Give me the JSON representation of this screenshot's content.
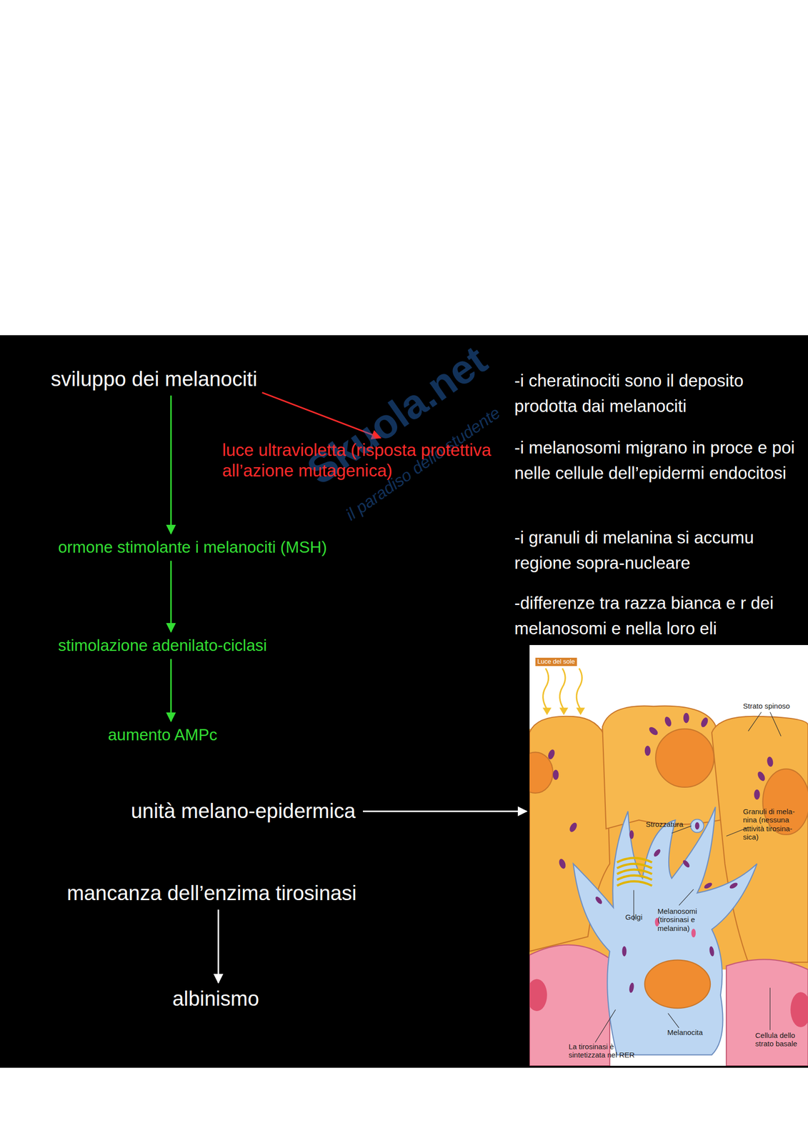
{
  "diagram": {
    "nodes": [
      {
        "text": [
          "sviluppo dei melanociti"
        ]
      },
      {
        "text": [
          "luce ultravioletta (risposta protettiva all’azione mutagenica)"
        ]
      },
      {
        "text": [
          "ormone stimolante i melanociti (MSH)"
        ]
      },
      {
        "text": [
          "stimolazione adenilato-ciclasi"
        ]
      },
      {
        "text": [
          "aumento AMPc"
        ]
      },
      {
        "text": [
          "unità melano-epidermica"
        ]
      },
      {
        "text": [
          "Luce del sole",
          "Strato spinoso",
          "Strozzatura",
          "Granuli di mela- nina (nessuna attività tirosina- sica)",
          "Golgi",
          "Melanosomi (tirosinasi e melanina)",
          "Melanocita",
          "La tirosinasi è sintetizzata nel RER",
          "Cellula dello strato basale"
        ]
      },
      {
        "text": [
          "mancanza dell’enzima tirosinasi"
        ]
      },
      {
        "text": [
          "albinismo"
        ]
      }
    ],
    "edges": [
      {
        "from": 0,
        "to": 2,
        "arrow": "to"
      },
      {
        "from": 0,
        "to": 1,
        "arrow": "to"
      },
      {
        "from": 2,
        "to": 3,
        "arrow": "to"
      },
      {
        "from": 3,
        "to": 4,
        "arrow": "to"
      },
      {
        "from": 5,
        "to": 6,
        "arrow": "to"
      },
      {
        "from": 7,
        "to": 8,
        "arrow": "to"
      }
    ],
    "labels": [
      "-i cheratinociti sono il deposito prodotta dai melanociti",
      "-i melanosomi migrano in proce e poi nelle cellule dell’epidermi endocitosi",
      "-i granuli di melanina si accumu regione sopra-nucleare",
      "-differenze tra razza bianca e r dei melanosomi e nella loro eli",
      "Skuola.net",
      "il paradiso dello studente"
    ]
  }
}
